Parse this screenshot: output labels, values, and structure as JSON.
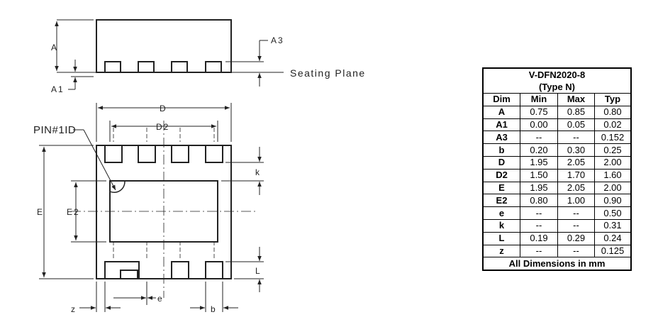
{
  "drawing": {
    "side_view": {
      "dim_a": "A",
      "dim_a1": "A1",
      "dim_a3": "A3",
      "seating_plane": "Seating Plane"
    },
    "bottom_view": {
      "dim_d": "D",
      "dim_d2": "D2",
      "dim_e": "E",
      "dim_e2": "E2",
      "dim_k": "k",
      "dim_l": "L",
      "dim_pitch": "e",
      "dim_b": "b",
      "dim_z": "z",
      "pin1_id": "PIN#1ID"
    }
  },
  "table": {
    "title_line1": "V-DFN2020-8",
    "title_line2": "(Type N)",
    "headers": [
      "Dim",
      "Min",
      "Max",
      "Typ"
    ],
    "rows": [
      [
        "A",
        "0.75",
        "0.85",
        "0.80"
      ],
      [
        "A1",
        "0.00",
        "0.05",
        "0.02"
      ],
      [
        "A3",
        "--",
        "--",
        "0.152"
      ],
      [
        "b",
        "0.20",
        "0.30",
        "0.25"
      ],
      [
        "D",
        "1.95",
        "2.05",
        "2.00"
      ],
      [
        "D2",
        "1.50",
        "1.70",
        "1.60"
      ],
      [
        "E",
        "1.95",
        "2.05",
        "2.00"
      ],
      [
        "E2",
        "0.80",
        "1.00",
        "0.90"
      ],
      [
        "e",
        "--",
        "--",
        "0.50"
      ],
      [
        "k",
        "--",
        "--",
        "0.31"
      ],
      [
        "L",
        "0.19",
        "0.29",
        "0.24"
      ],
      [
        "z",
        "--",
        "--",
        "0.125"
      ]
    ],
    "footer": "All Dimensions in mm"
  }
}
